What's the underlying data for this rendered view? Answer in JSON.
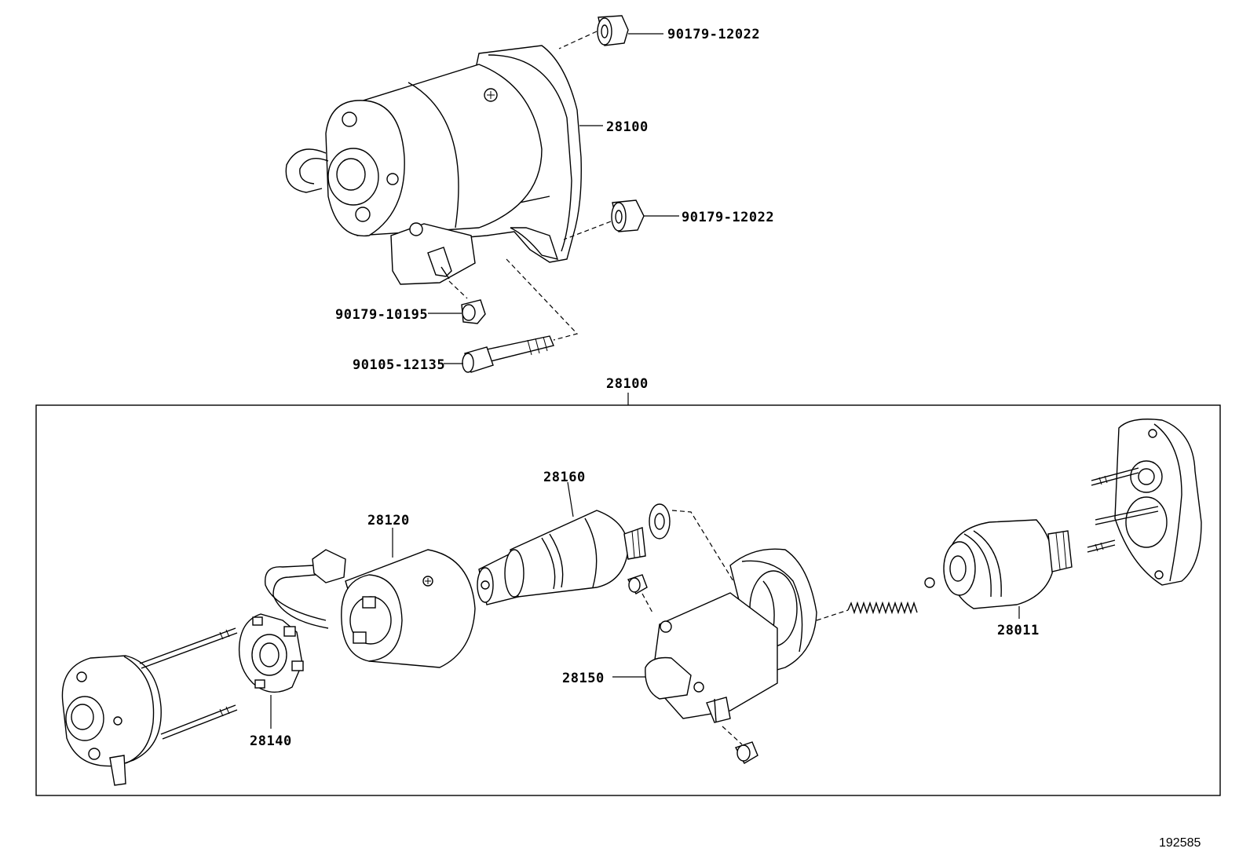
{
  "callouts": {
    "nut_top": "90179-12022",
    "starter_top": "28100",
    "nut_mid": "90179-12022",
    "nut_terminal": "90179-10195",
    "bolt": "90105-12135",
    "assembly": "28100",
    "armature": "28160",
    "yoke": "28120",
    "drive_clutch": "28011",
    "switch": "28150",
    "brush_holder": "28140"
  },
  "footer": {
    "image_number": "192585"
  }
}
